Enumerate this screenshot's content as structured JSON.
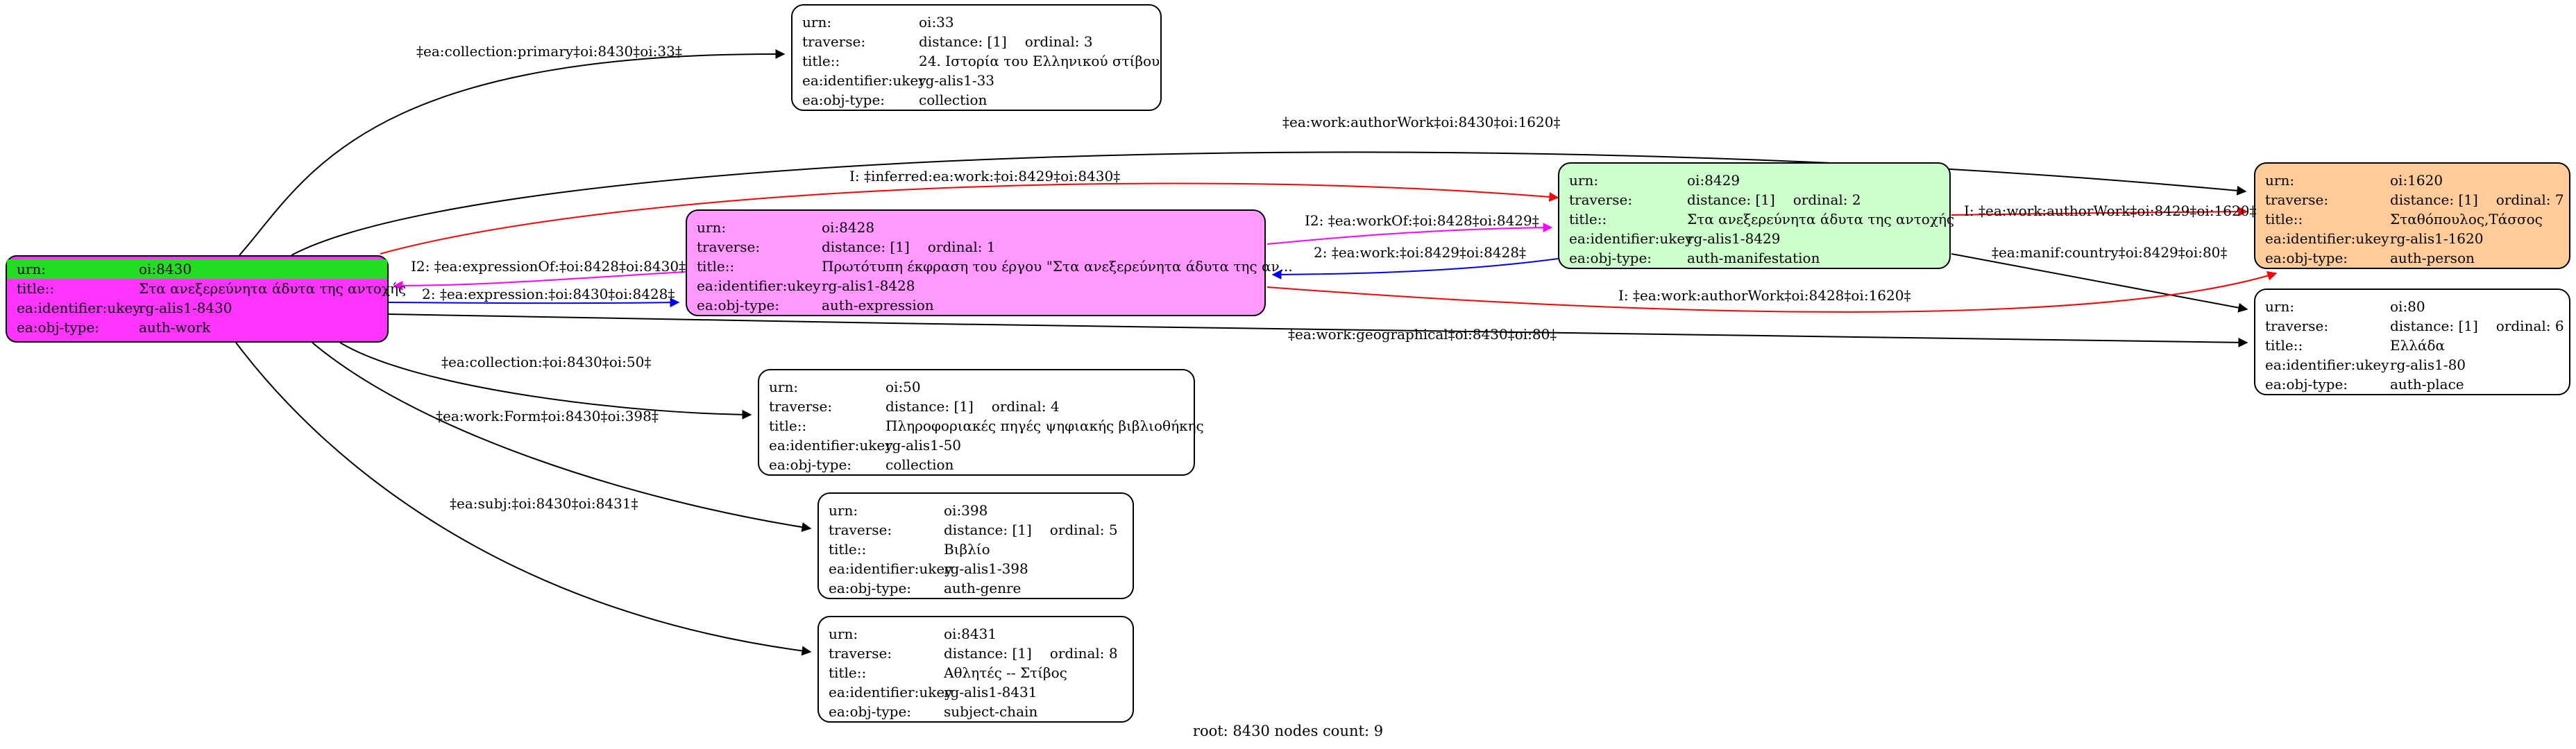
{
  "nodes": [
    {
      "id": "oi8430",
      "root": true,
      "fill": "#ff33ff",
      "rows": [
        {
          "k": "urn:",
          "v": "oi:8430"
        },
        {
          "k": "title::",
          "v": "Στα ανεξερεύνητα άδυτα της αντοχής"
        },
        {
          "k": "ea:identifier:ukey",
          "v": "rg-alis1-8430"
        },
        {
          "k": "ea:obj-type:",
          "v": "auth-work"
        }
      ]
    },
    {
      "id": "oi33",
      "fill": "#ffffff",
      "rows": [
        {
          "k": "urn:",
          "v": "oi:33"
        },
        {
          "k": "traverse:",
          "v": "distance: [1]",
          "v2": "ordinal: 3"
        },
        {
          "k": "title::",
          "v": "24. Ιστορία του Ελληνικού  στίβου"
        },
        {
          "k": "ea:identifier:ukey",
          "v": "rg-alis1-33"
        },
        {
          "k": "ea:obj-type:",
          "v": "collection"
        }
      ]
    },
    {
      "id": "oi8428",
      "fill": "#ff99ff",
      "rows": [
        {
          "k": "urn:",
          "v": "oi:8428"
        },
        {
          "k": "traverse:",
          "v": "distance: [1]",
          "v2": "ordinal: 1"
        },
        {
          "k": "title::",
          "v": "Πρωτότυπη έκφραση του έργου \"Στα ανεξερεύνητα άδυτα της αν..."
        },
        {
          "k": "ea:identifier:ukey",
          "v": "rg-alis1-8428"
        },
        {
          "k": "ea:obj-type:",
          "v": "auth-expression"
        }
      ]
    },
    {
      "id": "oi8429",
      "fill": "#ccffcc",
      "rows": [
        {
          "k": "urn:",
          "v": "oi:8429"
        },
        {
          "k": "traverse:",
          "v": "distance: [1]",
          "v2": "ordinal: 2"
        },
        {
          "k": "title::",
          "v": "Στα ανεξερεύνητα άδυτα της αντοχής"
        },
        {
          "k": "ea:identifier:ukey",
          "v": "rg-alis1-8429"
        },
        {
          "k": "ea:obj-type:",
          "v": "auth-manifestation"
        }
      ]
    },
    {
      "id": "oi1620",
      "fill": "#ffcc99",
      "rows": [
        {
          "k": "urn:",
          "v": "oi:1620"
        },
        {
          "k": "traverse:",
          "v": "distance: [1]",
          "v2": "ordinal: 7"
        },
        {
          "k": "title::",
          "v": "Σταθόπουλος,Τάσσος"
        },
        {
          "k": "ea:identifier:ukey",
          "v": "rg-alis1-1620"
        },
        {
          "k": "ea:obj-type:",
          "v": "auth-person"
        }
      ]
    },
    {
      "id": "oi80",
      "fill": "#ffffff",
      "rows": [
        {
          "k": "urn:",
          "v": "oi:80"
        },
        {
          "k": "traverse:",
          "v": "distance: [1]",
          "v2": "ordinal: 6"
        },
        {
          "k": "title::",
          "v": "Ελλάδα"
        },
        {
          "k": "ea:identifier:ukey",
          "v": "rg-alis1-80"
        },
        {
          "k": "ea:obj-type:",
          "v": "auth-place"
        }
      ]
    },
    {
      "id": "oi50",
      "fill": "#ffffff",
      "rows": [
        {
          "k": "urn:",
          "v": "oi:50"
        },
        {
          "k": "traverse:",
          "v": "distance: [1]",
          "v2": "ordinal: 4"
        },
        {
          "k": "title::",
          "v": "Πληροφοριακές πηγές ψηφιακής βιβλιοθήκης"
        },
        {
          "k": "ea:identifier:ukey",
          "v": "rg-alis1-50"
        },
        {
          "k": "ea:obj-type:",
          "v": "collection"
        }
      ]
    },
    {
      "id": "oi398",
      "fill": "#ffffff",
      "rows": [
        {
          "k": "urn:",
          "v": "oi:398"
        },
        {
          "k": "traverse:",
          "v": "distance: [1]",
          "v2": "ordinal: 5"
        },
        {
          "k": "title::",
          "v": "Βιβλίο"
        },
        {
          "k": "ea:identifier:ukey",
          "v": "rg-alis1-398"
        },
        {
          "k": "ea:obj-type:",
          "v": "auth-genre"
        }
      ]
    },
    {
      "id": "oi8431",
      "fill": "#ffffff",
      "rows": [
        {
          "k": "urn:",
          "v": "oi:8431"
        },
        {
          "k": "traverse:",
          "v": "distance: [1]",
          "v2": "ordinal: 8"
        },
        {
          "k": "title::",
          "v": "Αθλητές -- Στίβος"
        },
        {
          "k": "ea:identifier:ukey",
          "v": "rg-alis1-8431"
        },
        {
          "k": "ea:obj-type:",
          "v": "subject-chain"
        }
      ]
    }
  ],
  "edges": [
    {
      "id": "e-collection-33",
      "label": "‡ea:collection:primary‡oi:8430‡oi:33‡",
      "color": "#000000"
    },
    {
      "id": "e-authorwork-8430",
      "label": "‡ea:work:authorWork‡oi:8430‡oi:1620‡",
      "color": "#000000"
    },
    {
      "id": "e-inferred-work",
      "label": "I: ‡inferred:ea:work:‡oi:8429‡oi:8430‡",
      "color": "#ff0000"
    },
    {
      "id": "e-workof",
      "label": "I2: ‡ea:workOf:‡oi:8428‡oi:8429‡",
      "color": "#ff00ff"
    },
    {
      "id": "e-expressionof",
      "label": "I2: ‡ea:expressionOf:‡oi:8428‡oi:8430‡",
      "color": "#ff00ff"
    },
    {
      "id": "e-work-8429",
      "label": "2: ‡ea:work:‡oi:8429‡oi:8428‡",
      "color": "#0000ff"
    },
    {
      "id": "e-expression",
      "label": "2: ‡ea:expression:‡oi:8430‡oi:8428‡",
      "color": "#0000ff"
    },
    {
      "id": "e-authorwork-8429",
      "label": "I: ‡ea:work:authorWork‡oi:8429‡oi:1620‡",
      "color": "#ff0000"
    },
    {
      "id": "e-manif-country",
      "label": "‡ea:manif:country‡oi:8429‡oi:80‡",
      "color": "#000000"
    },
    {
      "id": "e-authorwork-8428",
      "label": "I: ‡ea:work:authorWork‡oi:8428‡oi:1620‡",
      "color": "#ff0000"
    },
    {
      "id": "e-geographical",
      "label": "‡ea:work:geographical‡oi:8430‡oi:80‡",
      "color": "#000000"
    },
    {
      "id": "e-collection-50",
      "label": "‡ea:collection:‡oi:8430‡oi:50‡",
      "color": "#000000"
    },
    {
      "id": "e-form",
      "label": "‡ea:work:Form‡oi:8430‡oi:398‡",
      "color": "#000000"
    },
    {
      "id": "e-subj",
      "label": "‡ea:subj:‡oi:8430‡oi:8431‡",
      "color": "#000000"
    }
  ],
  "footer": "root: 8430 nodes count: 9"
}
